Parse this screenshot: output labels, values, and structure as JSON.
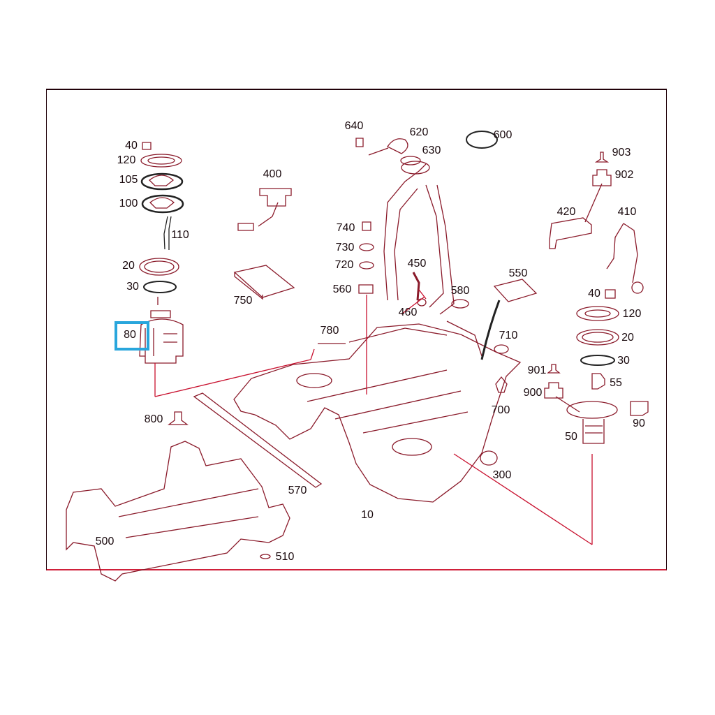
{
  "diagram": {
    "highlighted_part": "80",
    "colors": {
      "line": "#8a1a2a",
      "highlight": "#29a6dc"
    }
  },
  "labels": [
    "40",
    "120",
    "105",
    "100",
    "110",
    "20",
    "30",
    "80",
    "800",
    "500",
    "510",
    "400",
    "750",
    "570",
    "780",
    "10",
    "640",
    "620",
    "630",
    "600",
    "740",
    "730",
    "720",
    "560",
    "450",
    "460",
    "580",
    "550",
    "710",
    "700",
    "300",
    "903",
    "902",
    "420",
    "410",
    "40",
    "120",
    "20",
    "30",
    "55",
    "901",
    "900",
    "90",
    "50"
  ]
}
